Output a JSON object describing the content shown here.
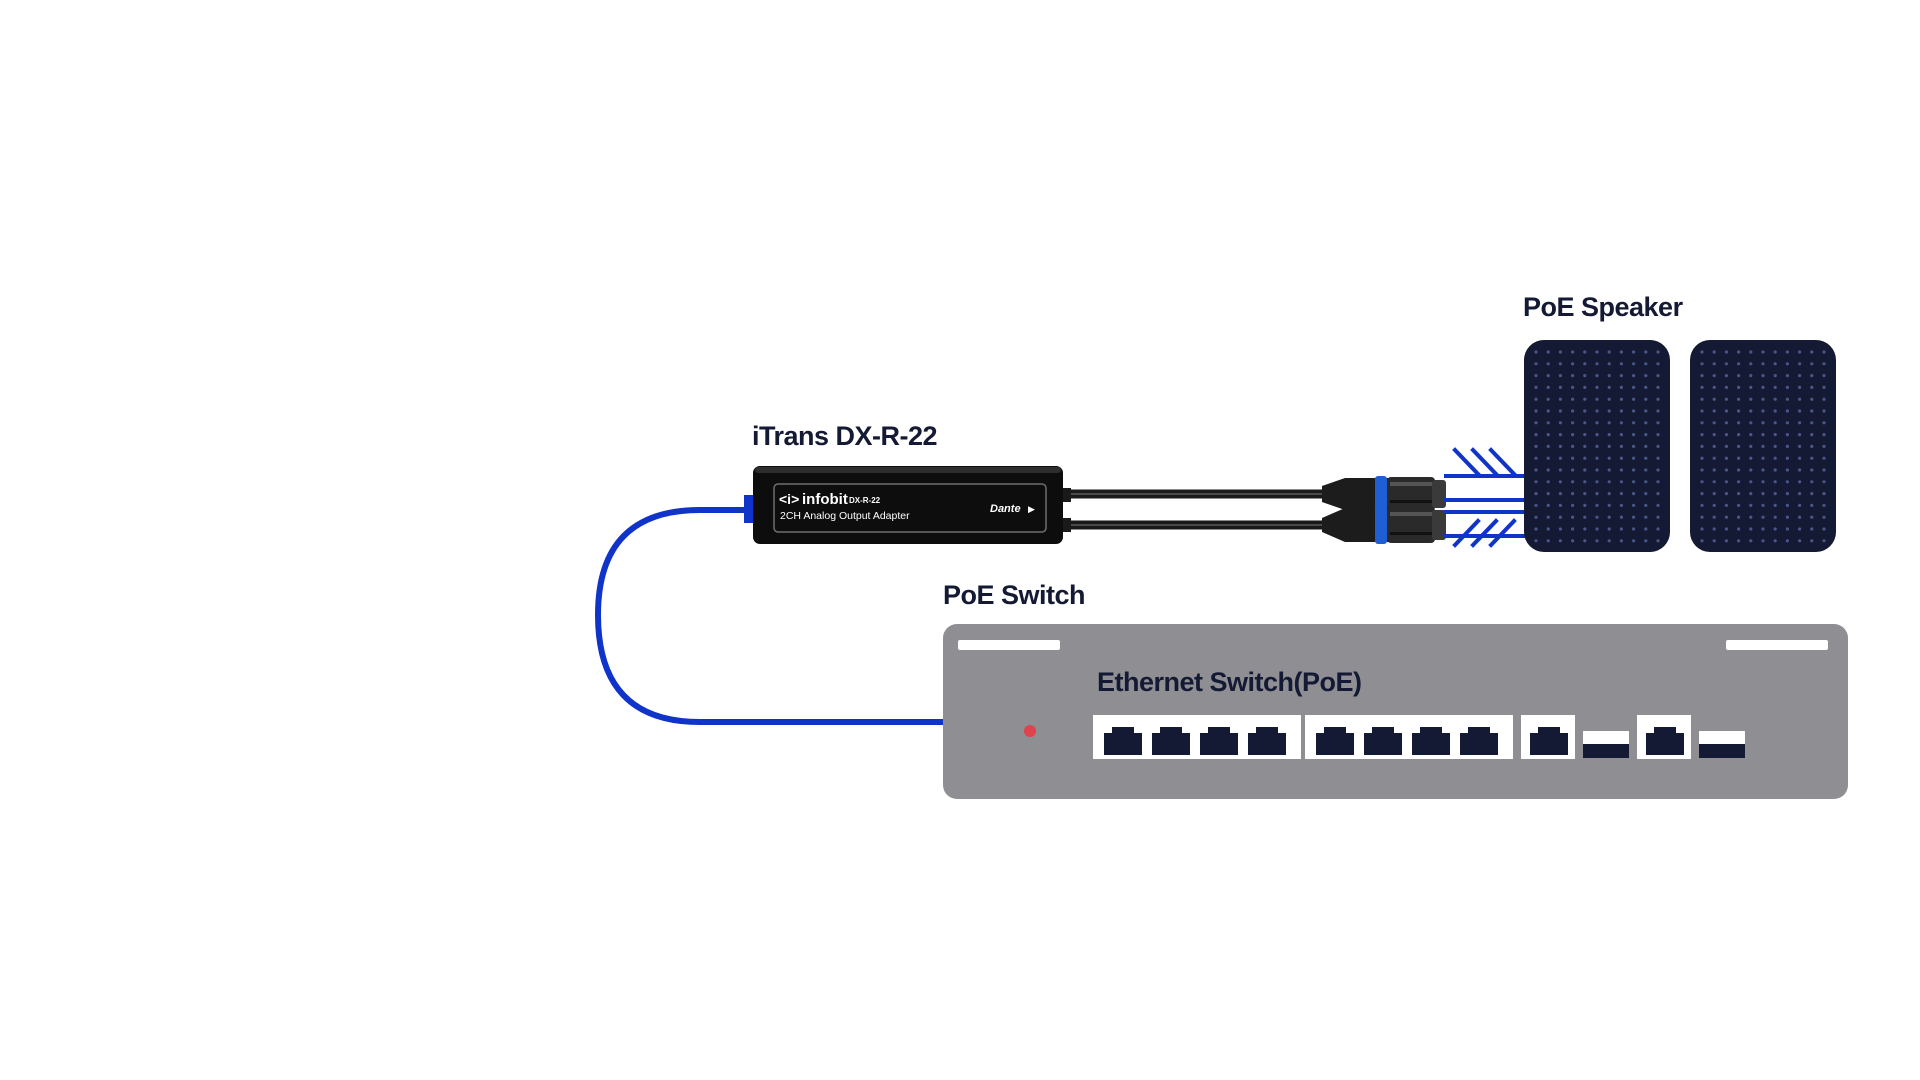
{
  "labels": {
    "adapter_title": "iTrans DX-R-22",
    "speaker_title": "PoE Speaker",
    "switch_title": "PoE Switch",
    "switch_face": "Ethernet Switch(PoE)"
  },
  "adapter": {
    "brand": "infobit",
    "logo_glyph": "<i>",
    "model": "DX-R-22",
    "description": "2CH Analog Output Adapter",
    "dante": "Dante",
    "dante_mark": "▶"
  },
  "colors": {
    "cable_blue": "#1034c9",
    "switch_body": "#8e8e93",
    "dark_panel": "#141a33",
    "adapter_body": "#0d0d0d",
    "xlr_ring": "#1f5fd6",
    "led_red": "#e0434b",
    "label_text": "#141a33"
  },
  "icons": {
    "signal_arrows": "chevron-arrows-icon",
    "dante_play": "play-triangle-icon",
    "status_led": "status-led-icon"
  }
}
